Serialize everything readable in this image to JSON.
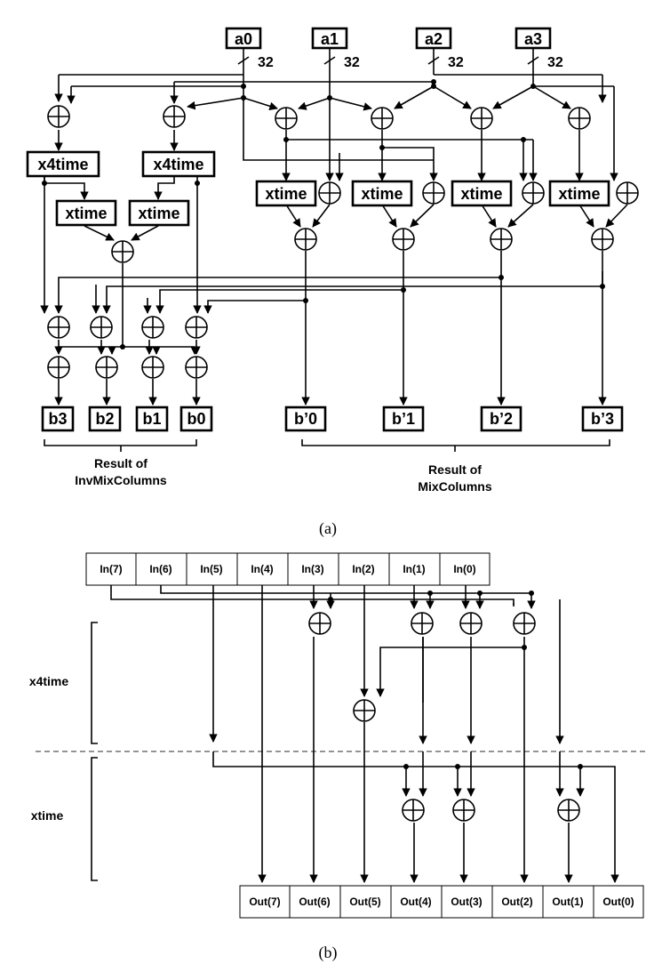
{
  "figure_a": {
    "inputs": [
      "a0",
      "a1",
      "a2",
      "a3"
    ],
    "bus_width": "32",
    "x4time_label": "x4time",
    "xtime_label": "xtime",
    "inv_outputs": [
      "b3",
      "b2",
      "b1",
      "b0"
    ],
    "fwd_outputs": [
      "b’0",
      "b’1",
      "b’2",
      "b’3"
    ],
    "inv_caption_1": "Result of",
    "inv_caption_2": "InvMixColumns",
    "fwd_caption_1": "Result of",
    "fwd_caption_2": "MixColumns",
    "subcaption": "(a)"
  },
  "figure_b": {
    "in_bits": [
      "In(7)",
      "In(6)",
      "In(5)",
      "In(4)",
      "In(3)",
      "In(2)",
      "In(1)",
      "In(0)"
    ],
    "out_bits": [
      "Out(7)",
      "Out(6)",
      "Out(5)",
      "Out(4)",
      "Out(3)",
      "Out(2)",
      "Out(1)",
      "Out(0)"
    ],
    "section_x4time": "x4time",
    "section_xtime": "xtime",
    "subcaption": "(b)"
  }
}
